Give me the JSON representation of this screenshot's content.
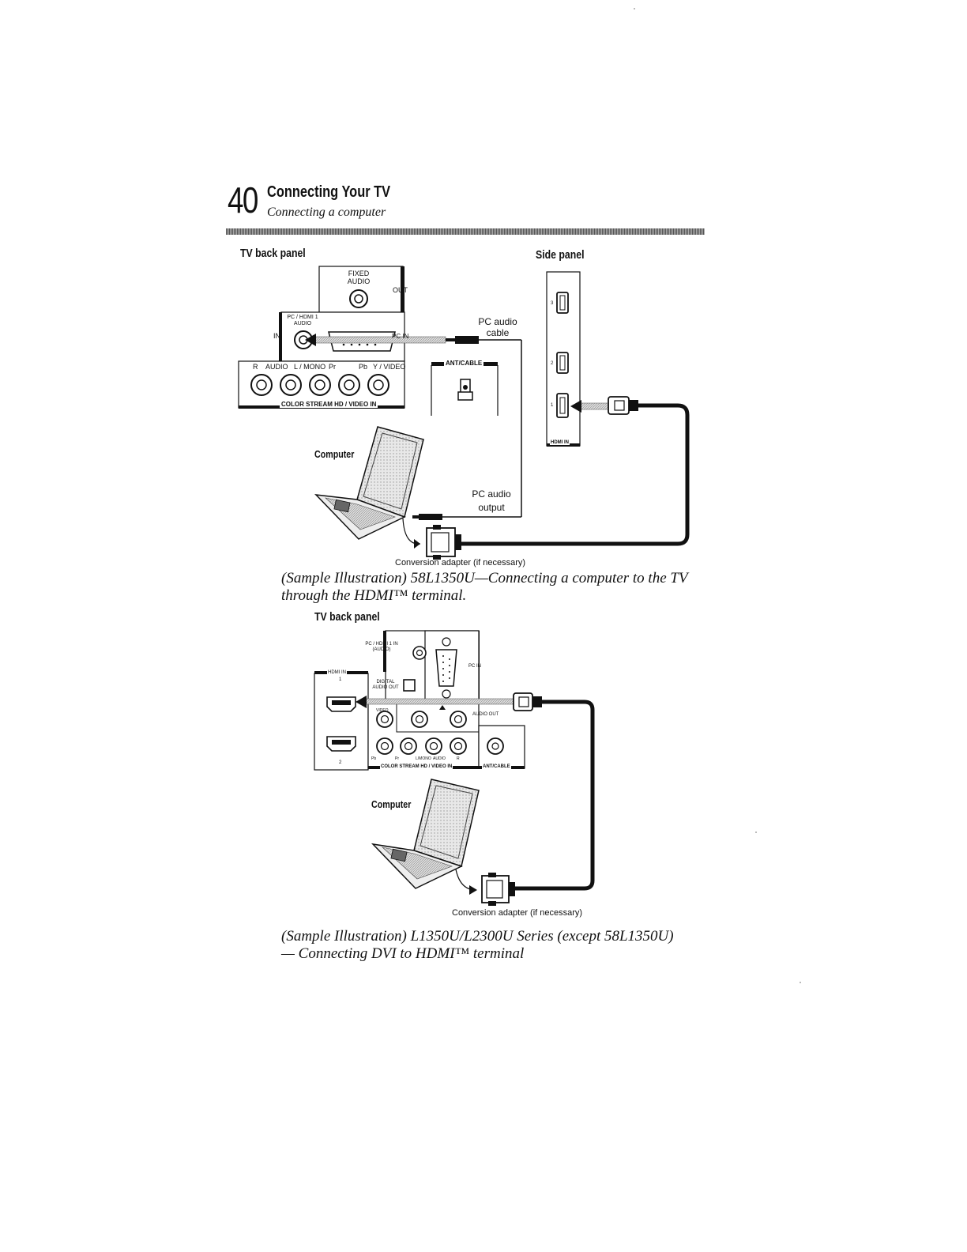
{
  "header": {
    "page_number": "40",
    "chapter_title": "Connecting Your TV",
    "section_subtitle": "Connecting a computer"
  },
  "diagram1": {
    "tv_back_panel_heading": "TV back panel",
    "side_panel_heading": "Side panel",
    "fixed_audio_label": "FIXED AUDIO",
    "out_label": "OUT",
    "pc_hdmi1_audio_label": "PC / HDMI 1 AUDIO",
    "in_label": "IN",
    "pc_in_label": "PC IN",
    "audio_row_labels": [
      "R",
      "AUDIO",
      "L / MONO",
      "Pr",
      "Pb",
      "Y / VIDEO"
    ],
    "color_stream_label": "COLOR STREAM HD / VIDEO IN",
    "ant_cable_label": "ANT/CABLE",
    "pc_audio_cable_label": "PC audio cable",
    "computer_label": "Computer",
    "pc_audio_output_label": "PC audio output",
    "hdmi_port_numbers": [
      "3",
      "2",
      "1"
    ],
    "hdmi_in_label": "HDMI IN",
    "conversion_adapter_label": "Conversion adapter (if necessary)",
    "caption_line1": "(Sample Illustration) 58L1350U—Connecting a computer to the TV",
    "caption_line2": "through the HDMI™ terminal."
  },
  "diagram2": {
    "tv_back_panel_heading": "TV back panel",
    "pc_hdmi1_in_audio_label": "PC / HDMI 1 IN (AUDIO)",
    "pc_in_label": "PC IN",
    "hdmi_in_label": "HDMI IN",
    "hdmi_port_numbers": [
      "1",
      "2"
    ],
    "digital_audio_out_label": "DIGITAL AUDIO OUT",
    "video_label": "VIDEO",
    "audio_out_label": "AUDIO OUT",
    "bottom_labels": [
      "Pb",
      "Pr",
      "L/MONO",
      "AUDIO",
      "R"
    ],
    "color_stream_label": "COLOR STREAM HD / VIDEO IN",
    "ant_cable_label": "ANT/CABLE",
    "computer_label": "Computer",
    "conversion_adapter_label": "Conversion adapter (if necessary)",
    "caption_line1": "(Sample Illustration) L1350U/L2300U Series (except 58L1350U)",
    "caption_line2": "— Connecting DVI to HDMI™ terminal"
  }
}
